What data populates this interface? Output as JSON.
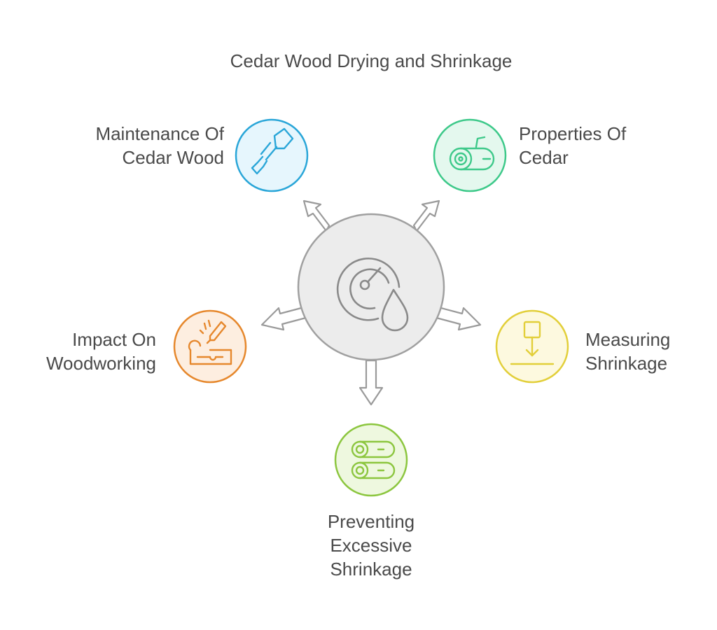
{
  "title": "Cedar Wood Drying and Shrinkage",
  "nodes": [
    {
      "id": "maintenance",
      "lines": [
        "Maintenance Of",
        "Cedar Wood"
      ],
      "icon": "chisel-icon",
      "stroke": "#2aa6d8",
      "fill": "#e6f6fd"
    },
    {
      "id": "properties",
      "lines": [
        "Properties Of",
        "Cedar"
      ],
      "icon": "log-icon",
      "stroke": "#3ec98a",
      "fill": "#e4f8ee"
    },
    {
      "id": "measuring",
      "lines": [
        "Measuring",
        "Shrinkage"
      ],
      "icon": "measure-down-icon",
      "stroke": "#e2cf3a",
      "fill": "#fdf9df"
    },
    {
      "id": "preventing",
      "lines": [
        "Preventing",
        "Excessive",
        "Shrinkage"
      ],
      "icon": "stacked-logs-icon",
      "stroke": "#8cc63f",
      "fill": "#eef8df"
    },
    {
      "id": "impact",
      "lines": [
        "Impact On",
        "Woodworking"
      ],
      "icon": "carving-icon",
      "stroke": "#e6882d",
      "fill": "#fdeee0"
    }
  ],
  "center": {
    "icon": "gauge-drop-icon",
    "stroke": "#a0a0a0",
    "fill": "#ececec"
  }
}
